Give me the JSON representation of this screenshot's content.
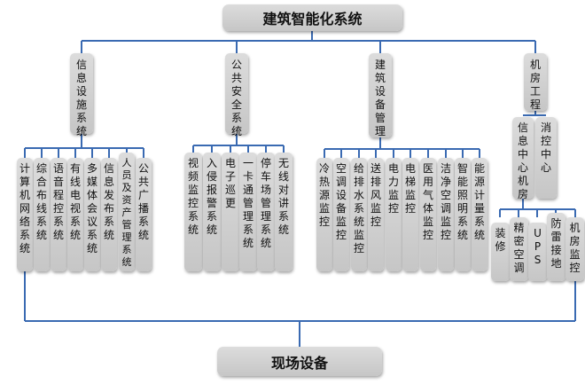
{
  "colors": {
    "line": "#3a6ab2",
    "box": "#d2d2d2",
    "text": "#111111"
  },
  "root": "建筑智能化系统",
  "bottom": "现场设备",
  "categories": [
    {
      "label": "信息设施系统",
      "children": [
        "计算机网络系统",
        "综合布线系统",
        "语音程控系统",
        "有线电视系统",
        "多媒体会议系统",
        "信息发布系统",
        "人员及资产管理系统",
        "公共广播系统"
      ]
    },
    {
      "label": "公共安全系统",
      "children": [
        "视频监控系统",
        "入侵报警系统",
        "电子巡更",
        "一卡通管理系统",
        "停车场管理系统",
        "无线对讲系统"
      ]
    },
    {
      "label": "建筑设备管理",
      "children": [
        "冷热源监控",
        "空调设备监控",
        "给排水系统监控",
        "送排风监控",
        "电力监控",
        "电梯监控",
        "医用气体监控",
        "洁净空调监控",
        "智能照明系统",
        "能源计量系统"
      ]
    },
    {
      "label": "机房工程",
      "sub": [
        "信息中心机房",
        "消控中心"
      ],
      "children": [
        "装修",
        "精密空调",
        "UPS",
        "防雷接地",
        "机房监控"
      ]
    }
  ]
}
